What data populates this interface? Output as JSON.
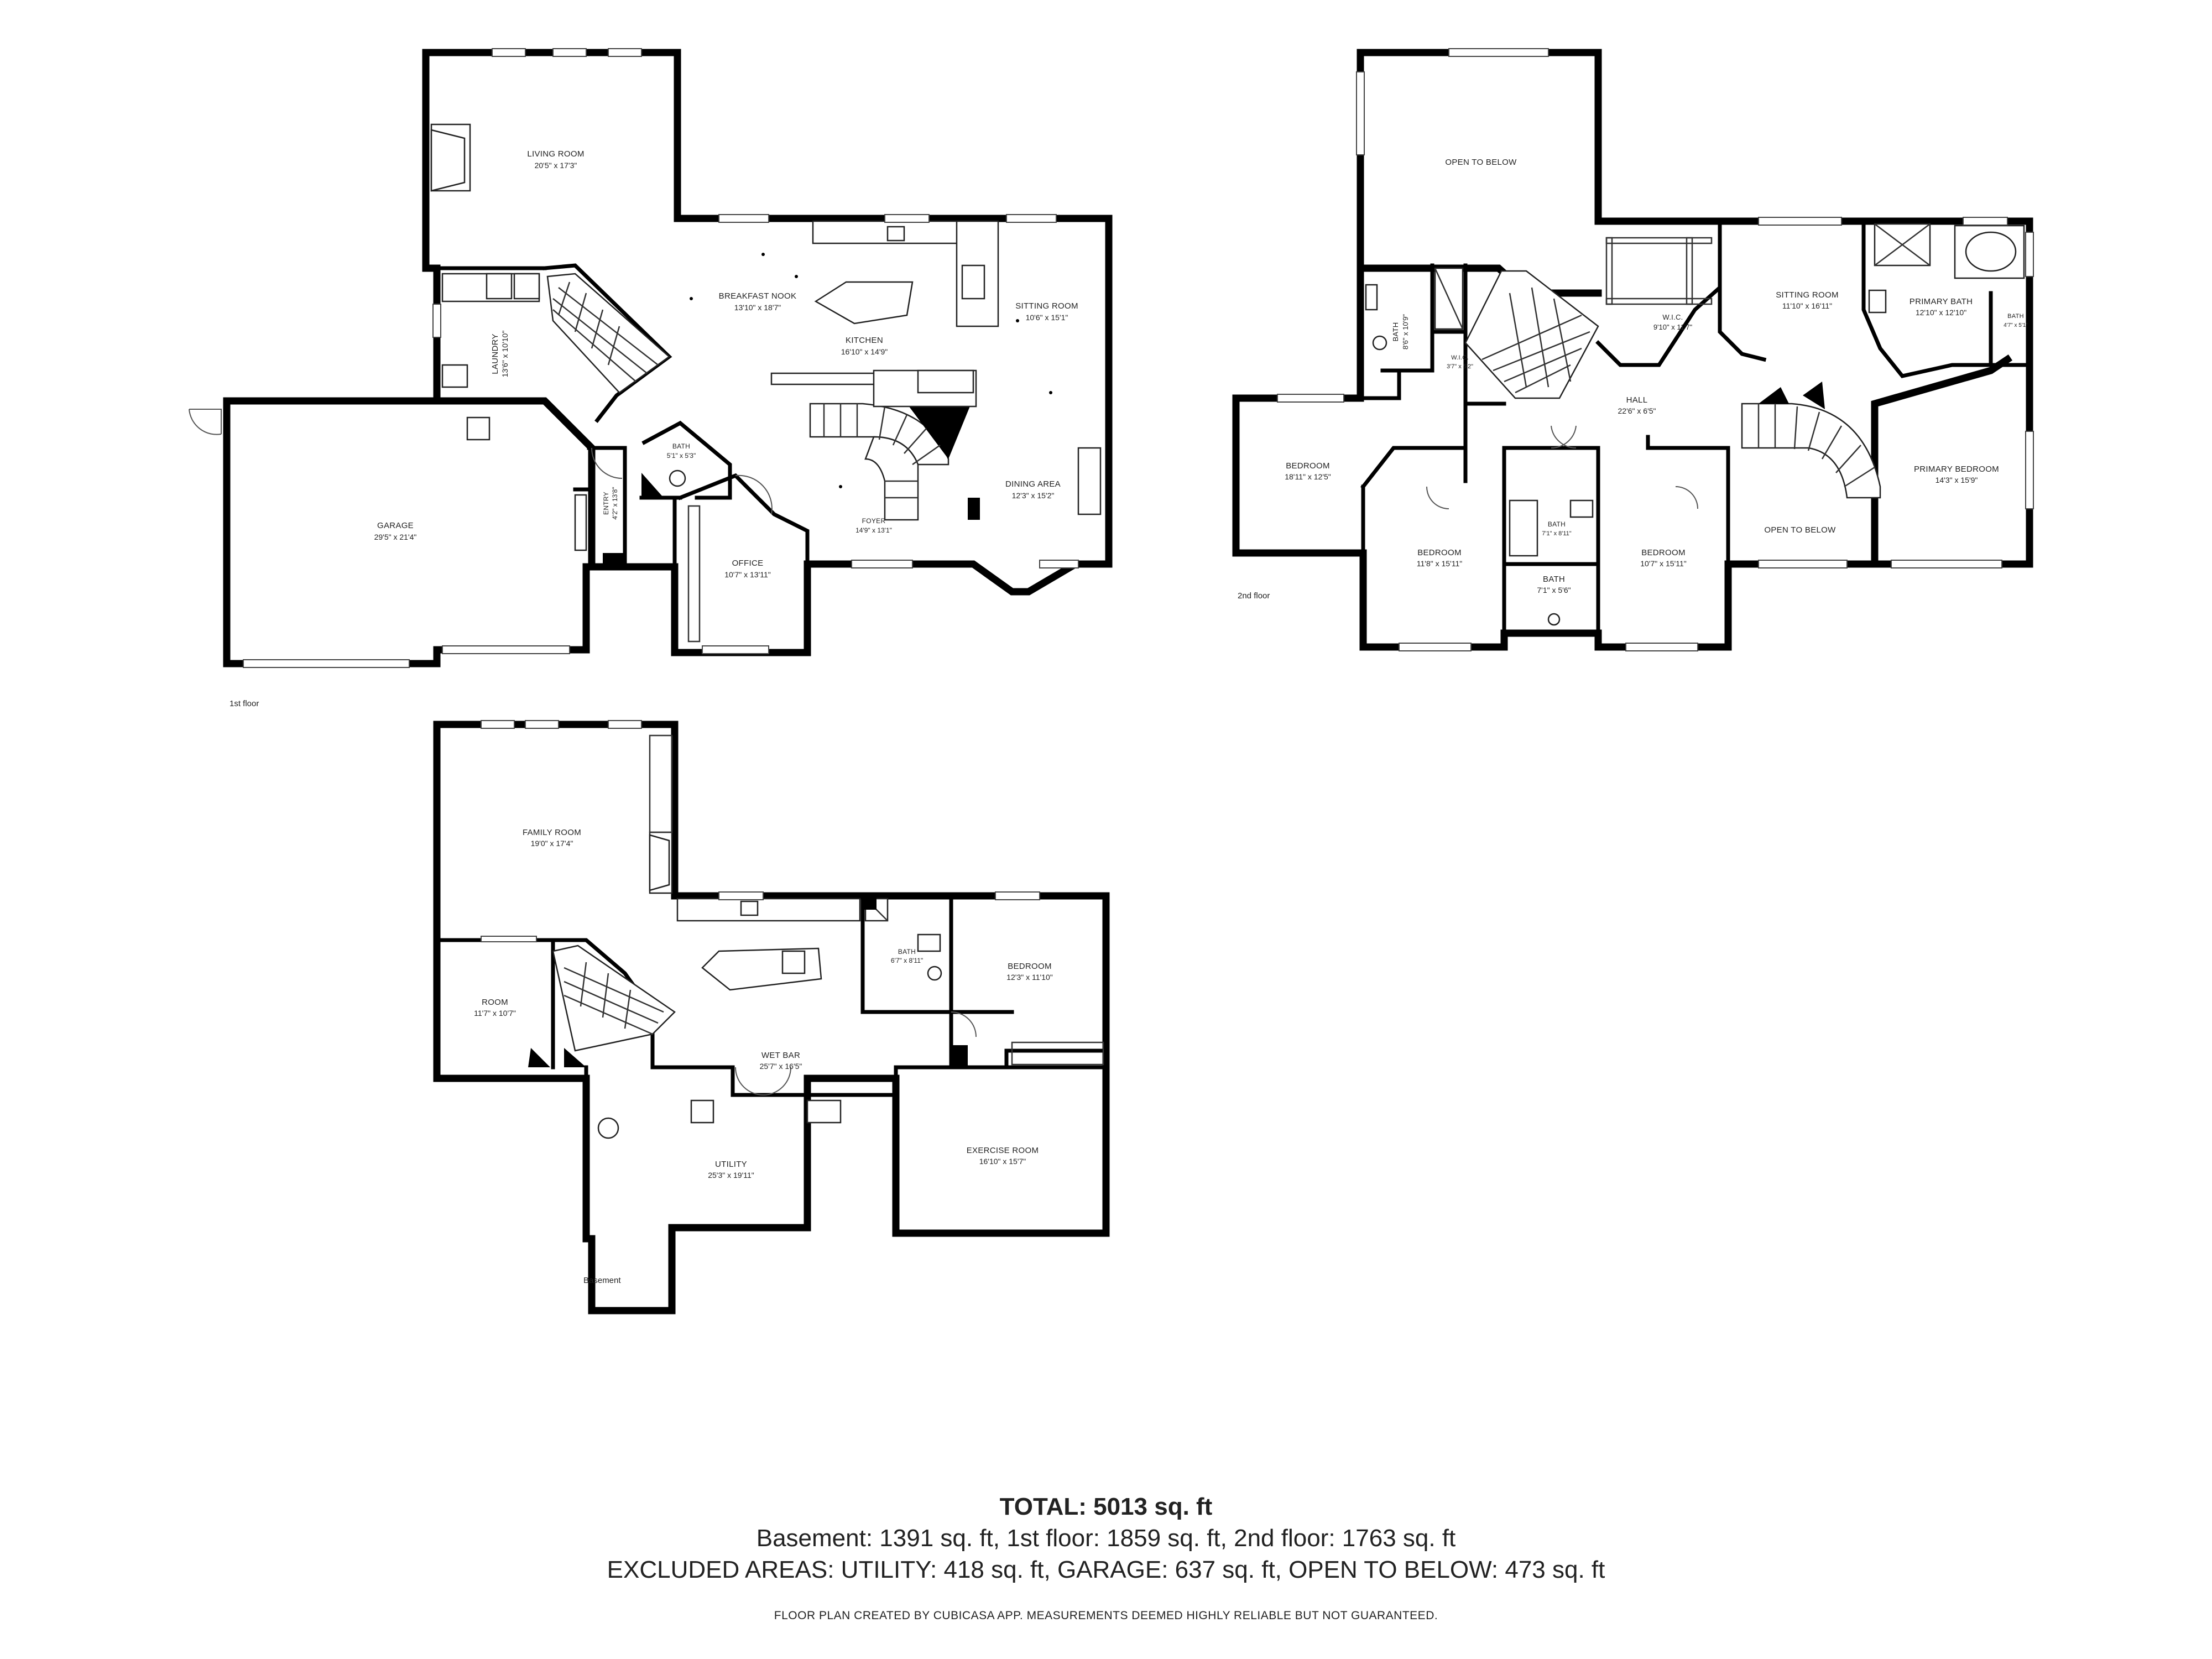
{
  "floors": {
    "first": {
      "label": "1st floor",
      "rooms": [
        {
          "id": "living",
          "name": "LIVING ROOM",
          "dims": "20'5\" x 17'3\""
        },
        {
          "id": "breakfast",
          "name": "BREAKFAST NOOK",
          "dims": "13'10\" x 18'7\""
        },
        {
          "id": "kitchen",
          "name": "KITCHEN",
          "dims": "16'10\" x 14'9\""
        },
        {
          "id": "sitting",
          "name": "SITTING ROOM",
          "dims": "10'6\" x 15'1\""
        },
        {
          "id": "laundry",
          "name": "LAUNDRY",
          "dims": "13'6\" x 10'10\""
        },
        {
          "id": "garage",
          "name": "GARAGE",
          "dims": "29'5\" x 21'4\""
        },
        {
          "id": "entry",
          "name": "ENTRY",
          "dims": "4'2\" x 13'8\""
        },
        {
          "id": "bath",
          "name": "BATH",
          "dims": "5'1\" x 5'3\""
        },
        {
          "id": "office",
          "name": "OFFICE",
          "dims": "10'7\" x 13'11\""
        },
        {
          "id": "foyer",
          "name": "FOYER",
          "dims": "14'9\" x 13'1\""
        },
        {
          "id": "dining",
          "name": "DINING AREA",
          "dims": "12'3\" x 15'2\""
        }
      ]
    },
    "second": {
      "label": "2nd floor",
      "rooms": [
        {
          "id": "open1",
          "name": "OPEN TO BELOW",
          "dims": ""
        },
        {
          "id": "bath_a",
          "name": "BATH",
          "dims": "8'6\" x 10'9\""
        },
        {
          "id": "wic_small",
          "name": "W.I.C.",
          "dims": "3'7\" x 5'2\""
        },
        {
          "id": "wic",
          "name": "W.I.C.",
          "dims": "9'10\" x 11'7\""
        },
        {
          "id": "sitting2",
          "name": "SITTING ROOM",
          "dims": "11'10\" x 16'11\""
        },
        {
          "id": "pbath",
          "name": "PRIMARY BATH",
          "dims": "12'10\" x 12'10\""
        },
        {
          "id": "bath_tiny",
          "name": "BATH",
          "dims": "4'7\" x 5'1\""
        },
        {
          "id": "hall",
          "name": "HALL",
          "dims": "22'6\" x 6'5\""
        },
        {
          "id": "bed1",
          "name": "BEDROOM",
          "dims": "18'11\" x 12'5\""
        },
        {
          "id": "bed2",
          "name": "BEDROOM",
          "dims": "11'8\" x 15'11\""
        },
        {
          "id": "bath_b",
          "name": "BATH",
          "dims": "7'1\" x 8'11\""
        },
        {
          "id": "bath_c",
          "name": "BATH",
          "dims": "7'1\" x 5'6\""
        },
        {
          "id": "bed3",
          "name": "BEDROOM",
          "dims": "10'7\" x 15'11\""
        },
        {
          "id": "open2",
          "name": "OPEN TO BELOW",
          "dims": ""
        },
        {
          "id": "pbed",
          "name": "PRIMARY BEDROOM",
          "dims": "14'3\" x 15'9\""
        }
      ]
    },
    "basement": {
      "label": "Basement",
      "rooms": [
        {
          "id": "family",
          "name": "FAMILY ROOM",
          "dims": "19'0\" x 17'4\""
        },
        {
          "id": "room",
          "name": "ROOM",
          "dims": "11'7\" x 10'7\""
        },
        {
          "id": "wetbar",
          "name": "WET BAR",
          "dims": "25'7\" x 16'5\""
        },
        {
          "id": "bbath",
          "name": "BATH",
          "dims": "6'7\" x 8'11\""
        },
        {
          "id": "bbed",
          "name": "BEDROOM",
          "dims": "12'3\" x 11'10\""
        },
        {
          "id": "utility",
          "name": "UTILITY",
          "dims": "25'3\" x 19'11\""
        },
        {
          "id": "exercise",
          "name": "EXERCISE ROOM",
          "dims": "16'10\" x 15'7\""
        }
      ]
    }
  },
  "summary": {
    "total": "TOTAL: 5013 sq. ft",
    "floors_line": "Basement: 1391 sq. ft, 1st floor: 1859 sq. ft, 2nd floor: 1763 sq. ft",
    "excluded_line": "EXCLUDED AREAS: UTILITY: 418 sq. ft, GARAGE: 637 sq. ft, OPEN TO BELOW: 473 sq. ft",
    "disclaimer": "FLOOR PLAN CREATED BY CUBICASA APP. MEASUREMENTS DEEMED HIGHLY RELIABLE BUT NOT GUARANTEED."
  }
}
